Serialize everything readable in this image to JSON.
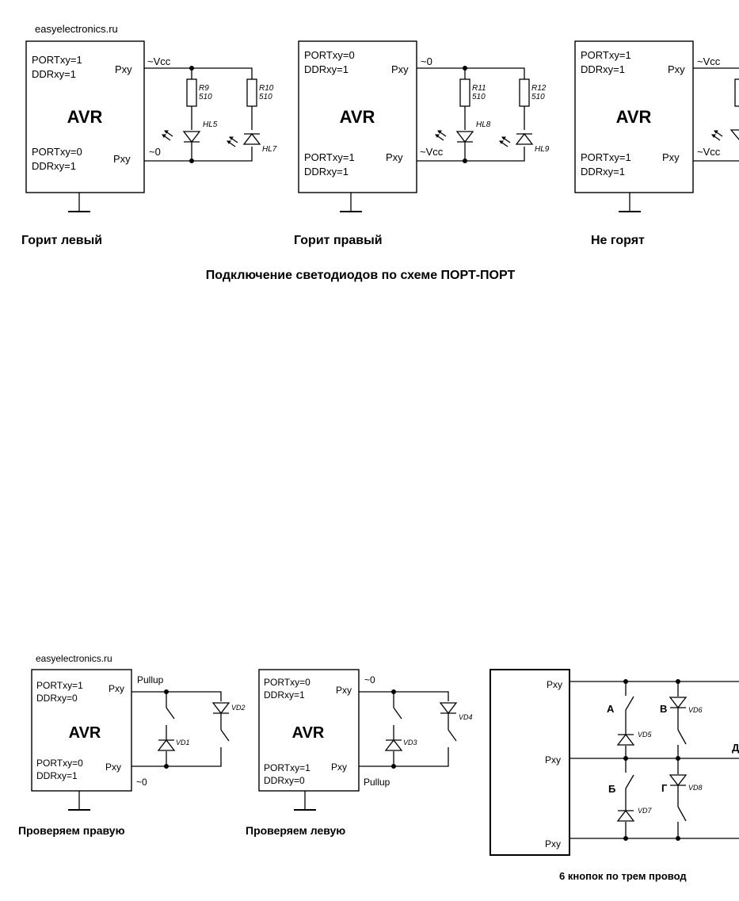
{
  "watermark_top": "easyelectronics.ru",
  "watermark_bottom": "easyelectronics.ru",
  "chip_label": "AVR",
  "top": {
    "title": "Подключение светодиодов по схеме ПОРТ-ПОРТ",
    "panel1": {
      "reg1a": "PORTxy=1",
      "reg1b": "DDRxy=1",
      "pin1": "Pxy",
      "net1": "~Vcc",
      "reg2a": "PORTxy=0",
      "reg2b": "DDRxy=1",
      "pin2": "Pxy",
      "net2": "~0",
      "res_a_name": "R9",
      "res_a_val": "510",
      "res_b_name": "R10",
      "res_b_val": "510",
      "led_a": "HL5",
      "led_b": "HL7",
      "caption": "Горит левый"
    },
    "panel2": {
      "reg1a": "PORTxy=0",
      "reg1b": "DDRxy=1",
      "pin1": "Pxy",
      "net1": "~0",
      "reg2a": "PORTxy=1",
      "reg2b": "DDRxy=1",
      "pin2": "Pxy",
      "net2": "~Vcc",
      "res_a_name": "R11",
      "res_a_val": "510",
      "res_b_name": "R12",
      "res_b_val": "510",
      "led_a": "HL8",
      "led_b": "HL9",
      "caption": "Горит правый"
    },
    "panel3": {
      "reg1a": "PORTxy=1",
      "reg1b": "DDRxy=1",
      "pin1": "Pxy",
      "net1": "~Vcc",
      "reg2a": "PORTxy=1",
      "reg2b": "DDRxy=1",
      "pin2": "Pxy",
      "net2": "~Vcc",
      "caption": "Не горят"
    }
  },
  "bottom": {
    "panel1": {
      "reg1a": "PORTxy=1",
      "reg1b": "DDRxy=0",
      "pin1": "Pxy",
      "net1": "Pullup",
      "reg2a": "PORTxy=0",
      "reg2b": "DDRxy=1",
      "pin2": "Pxy",
      "net2": "~0",
      "diode_a": "VD1",
      "diode_b": "VD2",
      "caption": "Проверяем правую"
    },
    "panel2": {
      "reg1a": "PORTxy=0",
      "reg1b": "DDRxy=1",
      "pin1": "Pxy",
      "net1": "~0",
      "reg2a": "PORTxy=1",
      "reg2b": "DDRxy=0",
      "pin2": "Pxy",
      "net2": "Pullup",
      "diode_a": "VD3",
      "diode_b": "VD4",
      "caption": "Проверяем левую"
    },
    "panel3": {
      "pin1": "Pxy",
      "pin2": "Pxy",
      "pin3": "Pxy",
      "btn_a": "А",
      "btn_b": "В",
      "btn_c": "Б",
      "btn_d": "Г",
      "btn_e": "Д",
      "diode_a": "VD5",
      "diode_b": "VD6",
      "diode_c": "VD7",
      "diode_d": "VD8",
      "caption": "6 кнопок по трем провод"
    }
  }
}
